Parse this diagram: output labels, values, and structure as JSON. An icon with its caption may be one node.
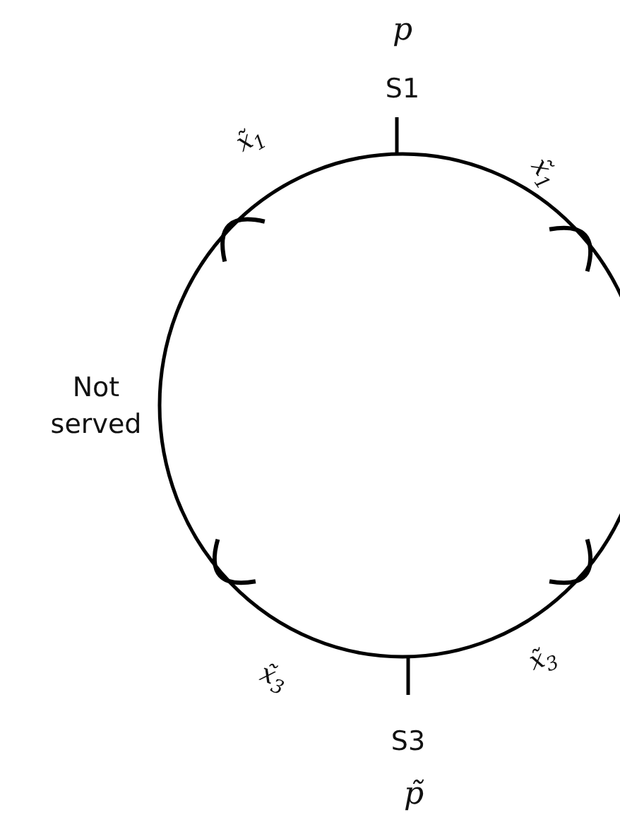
{
  "diagram": {
    "labels": [
      "p",
      "S1",
      "x̃$_{1}$",
      "x̃$_{1}$",
      "Not served",
      "x̃$_{3}$",
      "x̃$_{3}$",
      "S3",
      "p̃"
    ]
  }
}
